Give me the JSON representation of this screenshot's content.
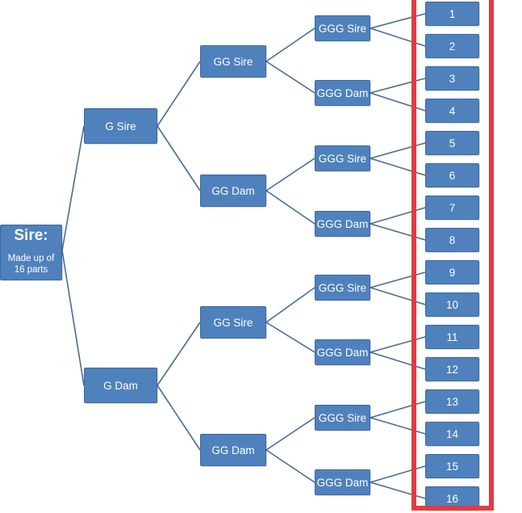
{
  "root": {
    "title": "Sire:",
    "subtitle_line1": "Made up of",
    "subtitle_line2": "16 parts"
  },
  "gen1": [
    "G Sire",
    "G Dam"
  ],
  "gen2": [
    "GG Sire",
    "GG Dam",
    "GG Sire",
    "GG Dam"
  ],
  "gen3": [
    "GGG Sire",
    "GGG Dam",
    "GGG Sire",
    "GGG Dam",
    "GGG Sire",
    "GGG Dam",
    "GGG Sire",
    "GGG Dam"
  ],
  "parts": [
    "1",
    "2",
    "3",
    "4",
    "5",
    "6",
    "7",
    "8",
    "9",
    "10",
    "11",
    "12",
    "13",
    "14",
    "15",
    "16"
  ],
  "colors": {
    "node_fill": "#4f81bd",
    "connector": "#4a6c96",
    "highlight": "#e03c41"
  }
}
